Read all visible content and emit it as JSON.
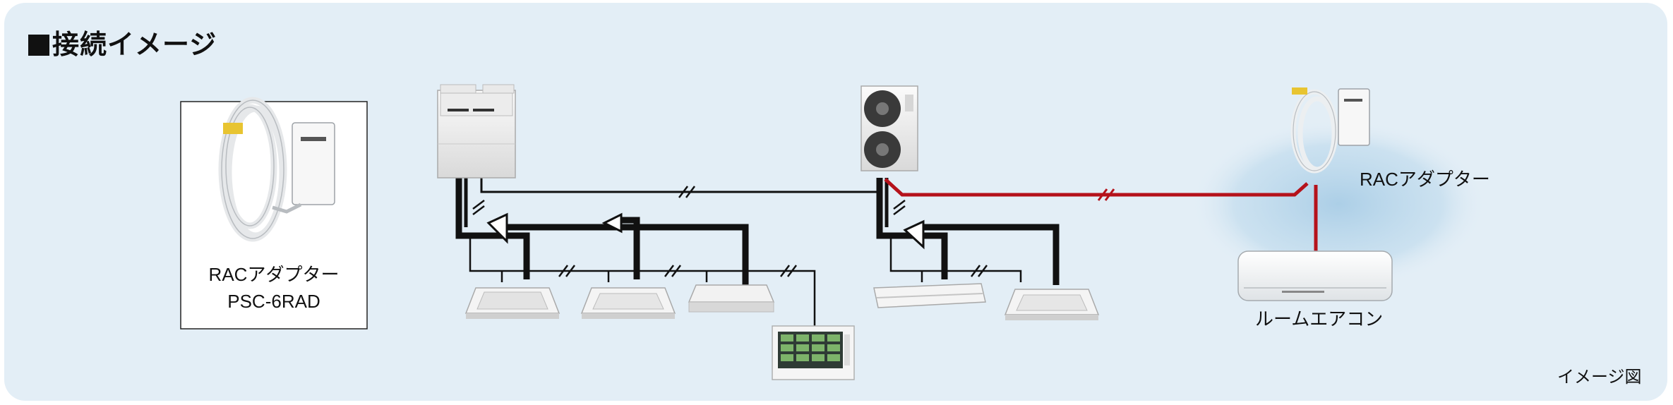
{
  "title": "■接続イメージ",
  "adapter_box": {
    "line1": "RACアダプター",
    "line2": "PSC-6RAD"
  },
  "rac_adapter_label": "RACアダプター",
  "room_ac_label": "ルームエアコン",
  "image_note": "イメージ図",
  "colors": {
    "background": "#e3eef6",
    "pipe": "#111111",
    "rac_link": "#b5121b",
    "glow": "#b9d6ea"
  }
}
